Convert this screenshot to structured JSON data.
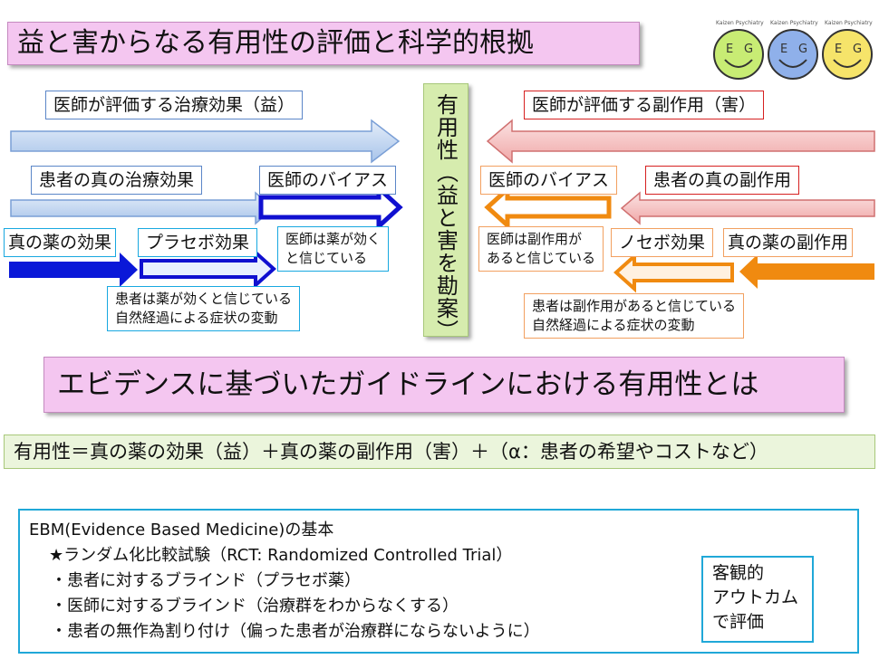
{
  "title": "益と害からなる有用性の評価と科学的根拠",
  "logos": [
    {
      "letters": "EG",
      "caption": "Kaizen Psychiatry",
      "color": "#c8ec74"
    },
    {
      "letters": "EG",
      "caption": "Kaizen Psychiatry",
      "color": "#8fb0ea"
    },
    {
      "letters": "EG",
      "caption": "Kaizen Psychiatry",
      "color": "#f6e46a"
    }
  ],
  "left": {
    "doctor_eval": "医師が評価する治療効果（益）",
    "patient_true": "患者の真の治療効果",
    "doctor_bias": "医師のバイアス",
    "drug_true": "真の薬の効果",
    "placebo": "プラセボ効果",
    "doctor_note": [
      "医師は薬が効く",
      "と信じている"
    ],
    "patient_note": [
      "患者は薬が効くと信じている",
      "自然経過による症状の変動"
    ]
  },
  "center": {
    "text": "有用性（益と害を勘案）"
  },
  "right": {
    "doctor_eval": "医師が評価する副作用（害）",
    "patient_true": "患者の真の副作用",
    "doctor_bias": "医師のバイアス",
    "drug_true": "真の薬の副作用",
    "nocebo": "ノセボ効果",
    "doctor_note": [
      "医師は副作用が",
      "あると信じている"
    ],
    "patient_note": [
      "患者は副作用があると信じている",
      "自然経過による症状の変動"
    ]
  },
  "mid_title": "エビデンスに基づいたガイドラインにおける有用性とは",
  "formula": "有用性＝真の薬の効果（益）＋真の薬の副作用（害）＋（α：患者の希望やコストなど）",
  "ebm": {
    "lines": [
      "EBM(Evidence Based Medicine)の基本",
      "★ランダム化比較試験（RCT: Randomized Controlled Trial）",
      "・患者に対するブラインド（プラセボ薬）",
      "・医師に対するブラインド（治療群をわからなくする）",
      "・患者の無作為割り付け（偏った患者が治療群にならないように）"
    ]
  },
  "objective": [
    "客観的",
    "アウトカム",
    "で評価"
  ]
}
